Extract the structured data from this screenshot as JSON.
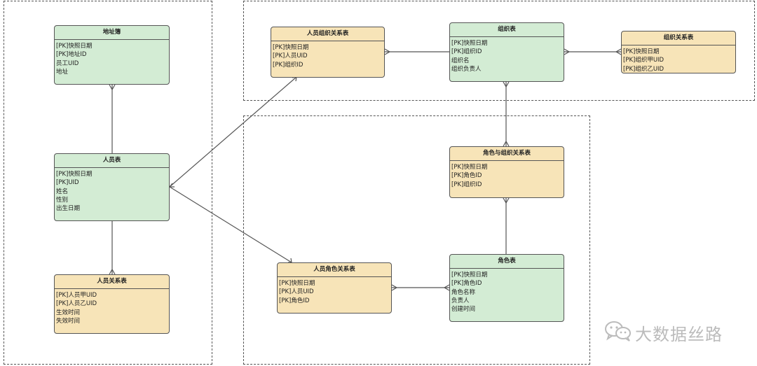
{
  "entities": {
    "address_book": {
      "title": "地址簿",
      "fields": [
        "[PK]快照日期",
        "[PK]地址ID",
        "员工UID",
        "地址"
      ]
    },
    "person": {
      "title": "人员表",
      "fields": [
        "[PK]快照日期",
        "[PK]UID",
        "姓名",
        "性别",
        "出生日期"
      ]
    },
    "person_rel": {
      "title": "人员关系表",
      "fields": [
        "[PK]人员甲UID",
        "[PK]人员乙UID",
        "生效时间",
        "失效时间"
      ]
    },
    "person_org_rel": {
      "title": "人员组织关系表",
      "fields": [
        "[PK]快照日期",
        "[PK]人员UID",
        "[PK]组织ID"
      ]
    },
    "org": {
      "title": "组织表",
      "fields": [
        "[PK]快照日期",
        "[PK]组织ID",
        "组织名",
        "组织负责人"
      ]
    },
    "org_rel": {
      "title": "组织关系表",
      "fields": [
        "[PK]快照日期",
        "[PK]组织甲UID",
        "[PK]组织乙UID"
      ]
    },
    "role_org_rel": {
      "title": "角色与组织关系表",
      "fields": [
        "[PK]快照日期",
        "[PK]角色ID",
        "[PK]组织ID"
      ]
    },
    "person_role_rel": {
      "title": "人员角色关系表",
      "fields": [
        "[PK]快照日期",
        "[PK]人员UID",
        "[PK]角色ID"
      ]
    },
    "role": {
      "title": "角色表",
      "fields": [
        "[PK]快照日期",
        "[PK]角色ID",
        "角色名称",
        "负责人",
        "创建时间"
      ]
    }
  },
  "colors": {
    "green": "#d3ecd4",
    "yellow": "#f7e4b8",
    "line": "#555555"
  },
  "watermark": {
    "text": "大数据丝路",
    "icon": "wechat-icon"
  }
}
